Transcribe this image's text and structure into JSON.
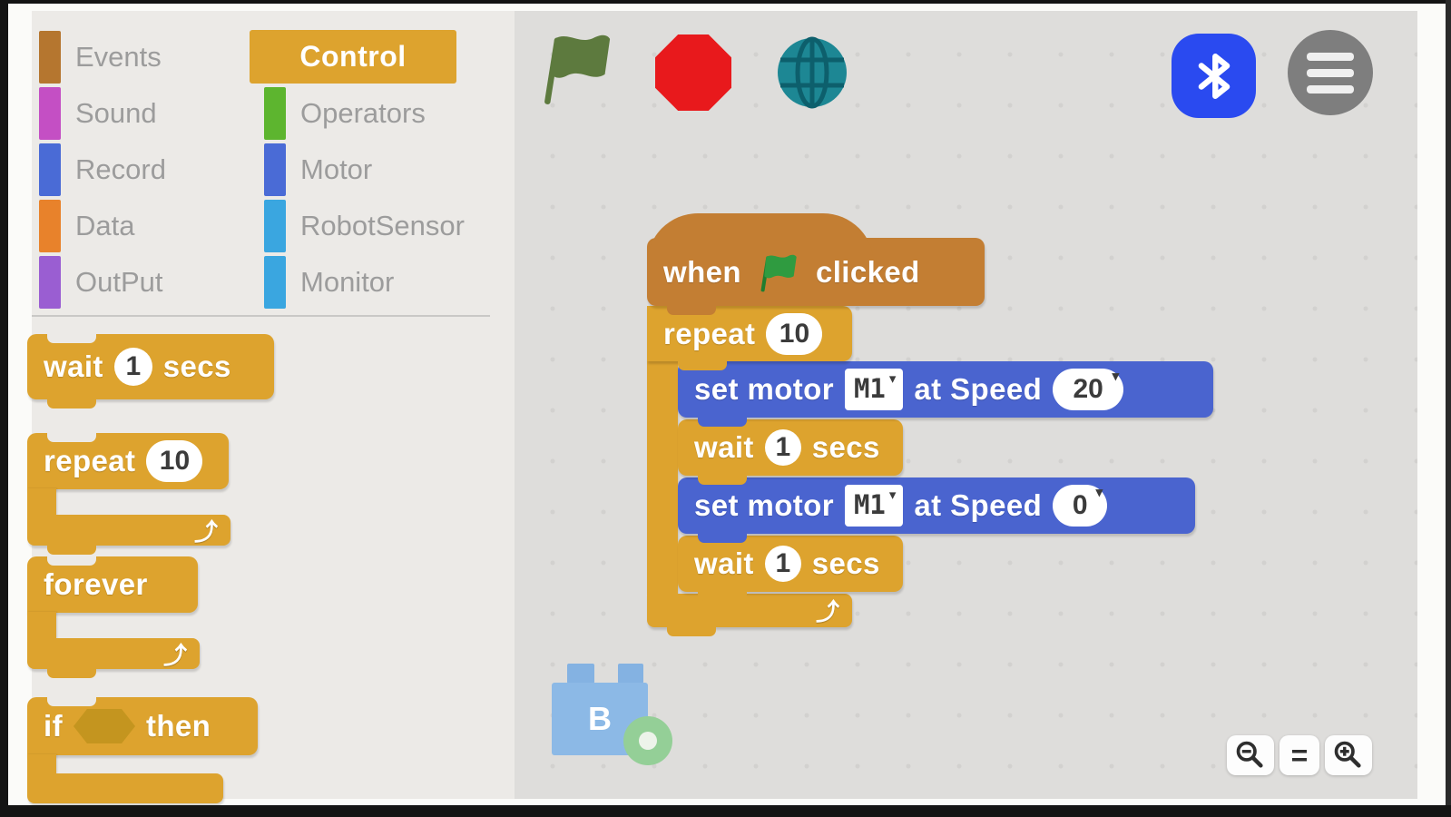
{
  "sidebar": {
    "col1": [
      {
        "label": "Events",
        "color": "#b5762f"
      },
      {
        "label": "Sound",
        "color": "#c44fc4"
      },
      {
        "label": "Record",
        "color": "#4a6bd6"
      },
      {
        "label": "Data",
        "color": "#e8822b"
      },
      {
        "label": "OutPut",
        "color": "#9a5ed2"
      }
    ],
    "col2": [
      {
        "label": "Control",
        "color": "#dda32e",
        "selected": true
      },
      {
        "label": "Operators",
        "color": "#5db52f"
      },
      {
        "label": "Motor",
        "color": "#4a6bd6"
      },
      {
        "label": "RobotSensor",
        "color": "#3aa6e0"
      },
      {
        "label": "Monitor",
        "color": "#3aa6e0"
      }
    ]
  },
  "palette": {
    "wait_block": {
      "w1": "wait",
      "value": "1",
      "w2": "secs"
    },
    "repeat_block": {
      "w1": "repeat",
      "value": "10"
    },
    "forever_block": {
      "w1": "forever"
    },
    "if_block": {
      "w1": "if",
      "w2": "then"
    }
  },
  "script": {
    "hat": {
      "w1": "when",
      "w2": "clicked"
    },
    "repeat": {
      "w1": "repeat",
      "value": "10"
    },
    "motor1": {
      "w1": "set motor",
      "port": "M1",
      "w2": "at Speed",
      "value": "20"
    },
    "wait1": {
      "w1": "wait",
      "value": "1",
      "w2": "secs"
    },
    "motor2": {
      "w1": "set motor",
      "port": "M1",
      "w2": "at Speed",
      "value": "0"
    },
    "wait2": {
      "w1": "wait",
      "value": "1",
      "w2": "secs"
    }
  },
  "device": {
    "label": "B"
  },
  "zoom_bar": {
    "equals": "="
  },
  "glyphs": {
    "loop_arrow": "⤴",
    "dropdown_arrow": "▾"
  },
  "icons": {
    "run": "green-flag",
    "stop": "stop-sign",
    "network": "globe",
    "connect": "bluetooth",
    "menu": "hamburger-menu",
    "zoom_out": "zoom-out-magnifier",
    "zoom_in": "zoom-in-magnifier"
  },
  "colors": {
    "control_yellow": "#dda32e",
    "motor_blue": "#4a64cf",
    "event_brown": "#c37e33",
    "palette_bg": "#eceae7",
    "canvas_bg": "#dedddb"
  }
}
